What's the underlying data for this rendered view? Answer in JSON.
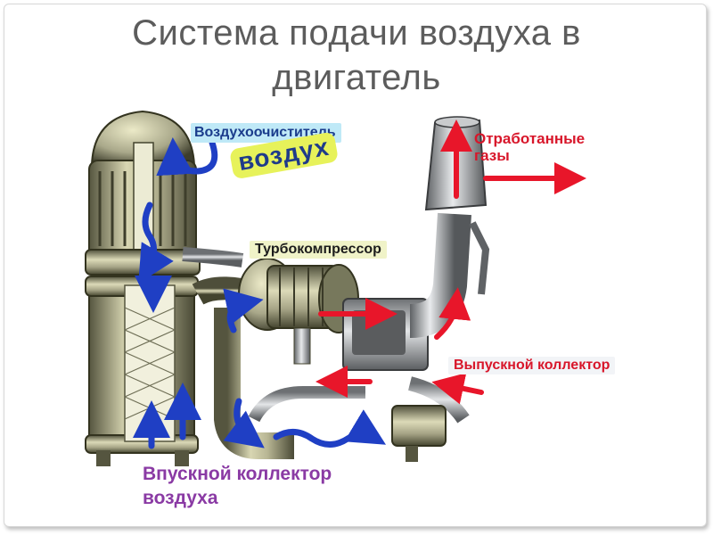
{
  "slide": {
    "title_line1": "Система подачи воздуха в",
    "title_line2": "двигатель"
  },
  "labels": {
    "air_cleaner": "Воздухоочиститель",
    "air": "воздух",
    "turbocharger": "Турбокомпрессор",
    "exhaust_gases_line1": "Отработанные",
    "exhaust_gases_line2": "газы",
    "exhaust_manifold": "Выпускной коллектор",
    "intake_manifold_line1": "Впускной коллектор",
    "intake_manifold_line2": "воздуха"
  },
  "colors": {
    "air_arrow": "#1f3fc4",
    "exhaust_arrow": "#e8162a",
    "metal_light": "#d8d6b2",
    "metal_mid": "#a9a88a",
    "metal_dark": "#55553f",
    "title_text": "#5c5c5c"
  }
}
